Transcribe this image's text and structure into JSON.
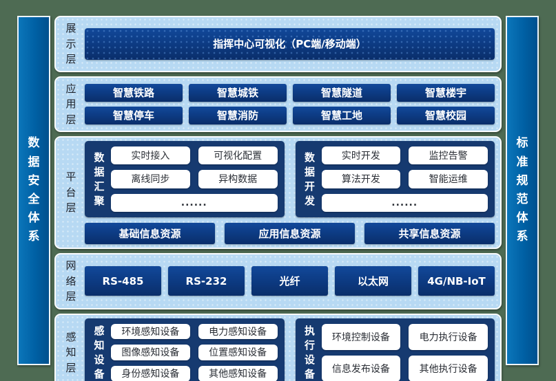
{
  "colors": {
    "background_green": "#4e6b53",
    "panel_light_blue": "#b7d9f3",
    "node_navy": "#0d3c85",
    "group_box_navy": "#163a70",
    "pillar_blue": "#0060a4",
    "text_white": "#ffffff",
    "label_dark": "#20242c"
  },
  "pillars": {
    "left_label": "数据安全体系",
    "right_label": "标准规范体系"
  },
  "display_layer": {
    "label": "展示层",
    "command_bar": "指挥中心可视化（PC端/移动端）"
  },
  "application_layer": {
    "label": "应用层",
    "apps": [
      "智慧铁路",
      "智慧城铁",
      "智慧隧道",
      "智慧楼宇",
      "智慧停车",
      "智慧消防",
      "智慧工地",
      "智慧校园"
    ]
  },
  "platform_layer": {
    "label": "平台层",
    "groups": [
      {
        "label": "数据汇聚",
        "items": [
          "实时接入",
          "可视化配置",
          "离线同步",
          "异构数据"
        ],
        "more": "......"
      },
      {
        "label": "数据开发",
        "items": [
          "实时开发",
          "监控告警",
          "算法开发",
          "智能运维"
        ],
        "more": "......"
      }
    ],
    "resources": [
      "基础信息资源",
      "应用信息资源",
      "共享信息资源"
    ]
  },
  "network_layer": {
    "label": "网络层",
    "protocols": [
      "RS-485",
      "RS-232",
      "光纤",
      "以太网",
      "4G/NB-IoT"
    ]
  },
  "perception_layer": {
    "label": "感知层",
    "groups": [
      {
        "label": "感知设备",
        "items": [
          "环境感知设备",
          "电力感知设备",
          "图像感知设备",
          "位置感知设备",
          "身份感知设备",
          "其他感知设备"
        ]
      },
      {
        "label": "执行设备",
        "items": [
          "环境控制设备",
          "电力执行设备",
          "信息发布设备",
          "其他执行设备"
        ]
      }
    ]
  }
}
